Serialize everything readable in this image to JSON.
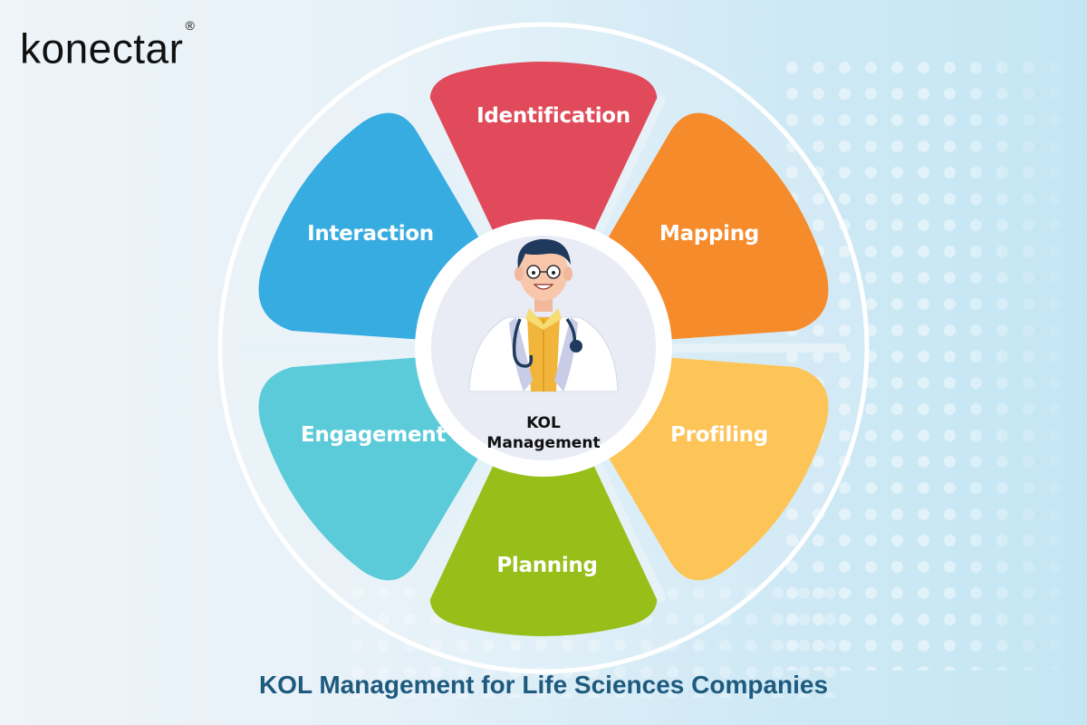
{
  "brand": {
    "name": "konectar",
    "mark": "®"
  },
  "diagram": {
    "type": "cycle-wheel",
    "center": {
      "line1": "KOL",
      "line2": "Management",
      "icon": "doctor-illustration"
    },
    "segments": [
      {
        "label": "Identification",
        "color": "#e04a5a"
      },
      {
        "label": "Mapping",
        "color": "#f68b2c"
      },
      {
        "label": "Profiling",
        "color": "#fdc457"
      },
      {
        "label": "Planning",
        "color": "#97bf1a"
      },
      {
        "label": "Engagement",
        "color": "#5ccbd9"
      },
      {
        "label": "Interaction",
        "color": "#36ace0"
      }
    ]
  },
  "footer": {
    "title": "KOL Management for Life Sciences Companies"
  },
  "colors": {
    "title": "#1e5a7e",
    "ring": "#ffffff",
    "center_bg": "#e9ebf5"
  }
}
